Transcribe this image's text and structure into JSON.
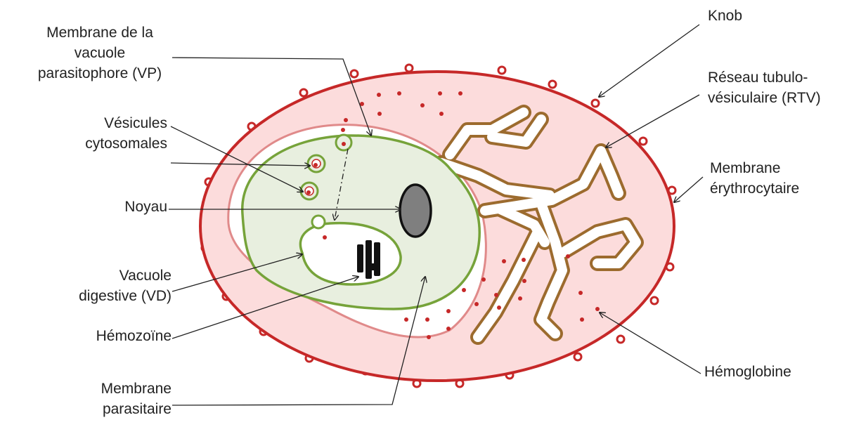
{
  "labels": {
    "membrane_vp": [
      "Membrane de la",
      "vacuole",
      "parasitophore (VP)"
    ],
    "vesicules": [
      "Vésicules",
      "cytosomales"
    ],
    "noyau": [
      "Noyau"
    ],
    "vacuole_digestive": [
      "Vacuole",
      "digestive (VD)"
    ],
    "hemozoine": [
      "Hémozoïne"
    ],
    "membrane_parasitaire": [
      "Membrane",
      "parasitaire"
    ],
    "knob": [
      "Knob"
    ],
    "rtv": [
      "Réseau tubulo-",
      "vésiculaire (RTV)"
    ],
    "membrane_erythrocytaire": [
      "Membrane",
      "érythrocytaire"
    ],
    "hemoglobine": [
      "Hémoglobine"
    ]
  },
  "colors": {
    "erythrocyte_fill": "#fcdcdc",
    "erythrocyte_outline": "#c62828",
    "parasite_fill": "#e8efdf",
    "parasite_outline": "#76a33a",
    "rtv_outline": "#9c6b2e",
    "nucleus_fill": "#7f7f7f",
    "hemozoin": "#111111"
  }
}
